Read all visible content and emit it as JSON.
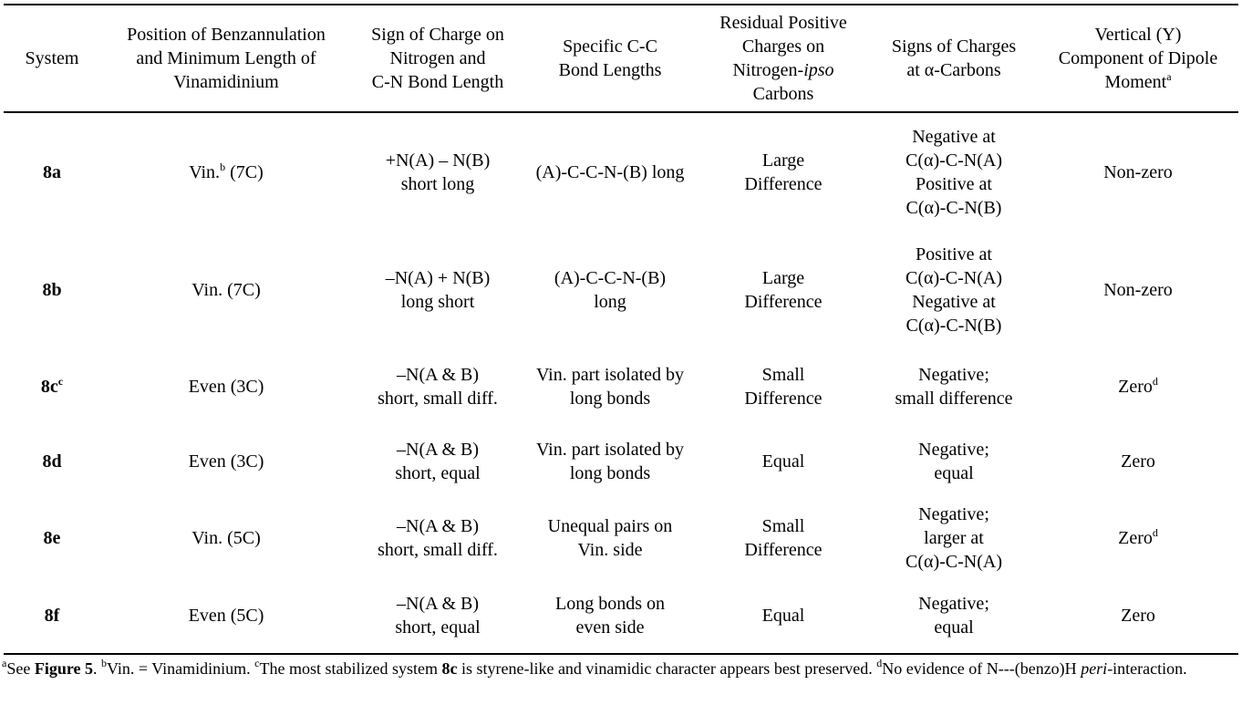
{
  "table": {
    "columns": [
      {
        "lines": [
          "System"
        ]
      },
      {
        "lines": [
          "Position of Benzannulation",
          "and Minimum Length of",
          "Vinamidinium"
        ]
      },
      {
        "lines": [
          "Sign of Charge on",
          "Nitrogen and",
          "C-N Bond Length"
        ]
      },
      {
        "lines": [
          "Specific C-C",
          "Bond Lengths"
        ]
      },
      {
        "lines": [
          "Residual Positive",
          "Charges on",
          "Nitrogen-",
          "ipso",
          "Carbons"
        ]
      },
      {
        "lines": [
          "Signs of Charges",
          "at α-Carbons"
        ]
      },
      {
        "lines": [
          "Vertical (Y)",
          "Component of Dipole",
          "Moment",
          "a"
        ]
      }
    ],
    "rows": [
      {
        "system": "8a",
        "system_sup": "",
        "position": "Vin.",
        "position_sup": "b",
        "position_rest": " (7C)",
        "charge": [
          "+N(A) – N(B)",
          "short long"
        ],
        "bonds": [
          "(A)-C-C-N-(B) long"
        ],
        "residual": [
          "Large",
          "Difference"
        ],
        "alpha": [
          "Negative at",
          "C(α)-C-N(A)",
          "Positive at",
          "C(α)-C-N(B)"
        ],
        "dipole": "Non-zero",
        "dipole_sup": ""
      },
      {
        "system": "8b",
        "system_sup": "",
        "position": "Vin. (7C)",
        "position_sup": "",
        "position_rest": "",
        "charge": [
          "–N(A) + N(B)",
          "long short"
        ],
        "bonds": [
          "(A)-C-C-N-(B)",
          "long"
        ],
        "residual": [
          "Large",
          "Difference"
        ],
        "alpha": [
          "Positive at",
          "C(α)-C-N(A)",
          "Negative at",
          "C(α)-C-N(B)"
        ],
        "dipole": "Non-zero",
        "dipole_sup": ""
      },
      {
        "system": "8c",
        "system_sup": "c",
        "position": "Even (3C)",
        "position_sup": "",
        "position_rest": "",
        "charge": [
          "–N(A & B)",
          "short, small diff."
        ],
        "bonds": [
          "Vin. part isolated by",
          "long bonds"
        ],
        "residual": [
          "Small",
          "Difference"
        ],
        "alpha": [
          "Negative;",
          "small difference"
        ],
        "dipole": "Zero",
        "dipole_sup": "d"
      },
      {
        "system": "8d",
        "system_sup": "",
        "position": "Even (3C)",
        "position_sup": "",
        "position_rest": "",
        "charge": [
          "–N(A & B)",
          "short, equal"
        ],
        "bonds": [
          "Vin. part isolated by",
          "long bonds"
        ],
        "residual": [
          "Equal"
        ],
        "alpha": [
          "Negative;",
          "equal"
        ],
        "dipole": "Zero",
        "dipole_sup": ""
      },
      {
        "system": "8e",
        "system_sup": "",
        "position": "Vin. (5C)",
        "position_sup": "",
        "position_rest": "",
        "charge": [
          "–N(A & B)",
          "short, small diff."
        ],
        "bonds": [
          "Unequal pairs on",
          "Vin. side"
        ],
        "residual": [
          "Small",
          "Difference"
        ],
        "alpha": [
          "Negative;",
          "larger at",
          "C(α)-C-N(A)"
        ],
        "dipole": "Zero",
        "dipole_sup": "d"
      },
      {
        "system": "8f",
        "system_sup": "",
        "position": "Even (5C)",
        "position_sup": "",
        "position_rest": "",
        "charge": [
          "–N(A & B)",
          "short, equal"
        ],
        "bonds": [
          "Long bonds on",
          "even side"
        ],
        "residual": [
          "Equal"
        ],
        "alpha": [
          "Negative;",
          "equal"
        ],
        "dipole": "Zero",
        "dipole_sup": ""
      }
    ]
  },
  "footnote": {
    "a_mark": "a",
    "a_text": "See ",
    "a_figure": "Figure 5",
    "a_end": ". ",
    "b_mark": "b",
    "b_text": "Vin. = Vinamidinium. ",
    "c_mark": "c",
    "c_text1": "The most stabilized system ",
    "c_bold": "8c",
    "c_text2": " is styrene-like and vinamidic character appears best preserved. ",
    "d_mark": "d",
    "d_text1": "No evidence of N---(benzo)H ",
    "d_italic": "peri",
    "d_text2": "-interaction."
  }
}
